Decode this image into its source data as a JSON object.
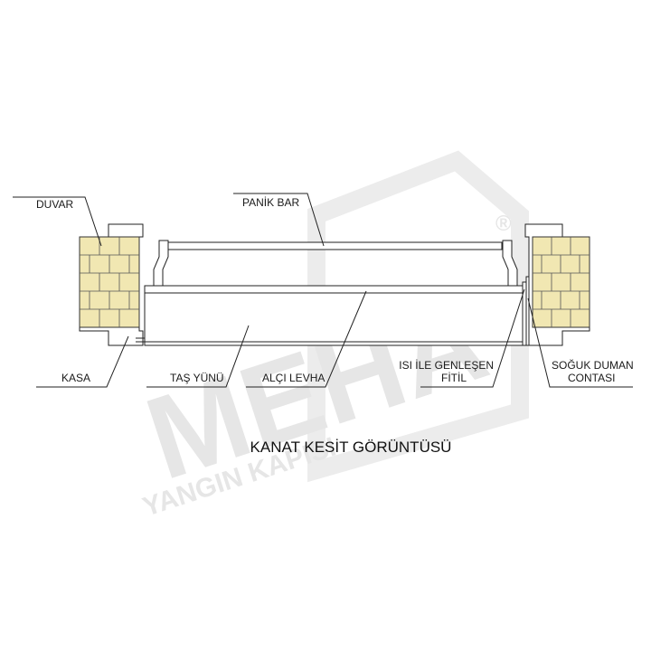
{
  "title": "KANAT KESİT GÖRÜNTÜSÜ",
  "watermark": {
    "logo": "MEHA",
    "registered": "®",
    "tagline": "YANGIN KAPISI"
  },
  "labels": {
    "duvar": "DUVAR",
    "panik_bar": "PANİK BAR",
    "kasa": "KASA",
    "tas_yunu": "TAŞ YÜNÜ",
    "alci_levha": "ALÇI LEVHA",
    "isi_ile_genlesen_1": "ISI İLE GENLEŞEN",
    "isi_ile_genlesen_2": "FİTİL",
    "soguk_duman_1": "SOĞUK DUMAN",
    "soguk_duman_2": "CONTASI"
  },
  "colors": {
    "wall_fill": "#f1e7b2",
    "line": "#222222",
    "watermark": "#e6e6e6"
  }
}
